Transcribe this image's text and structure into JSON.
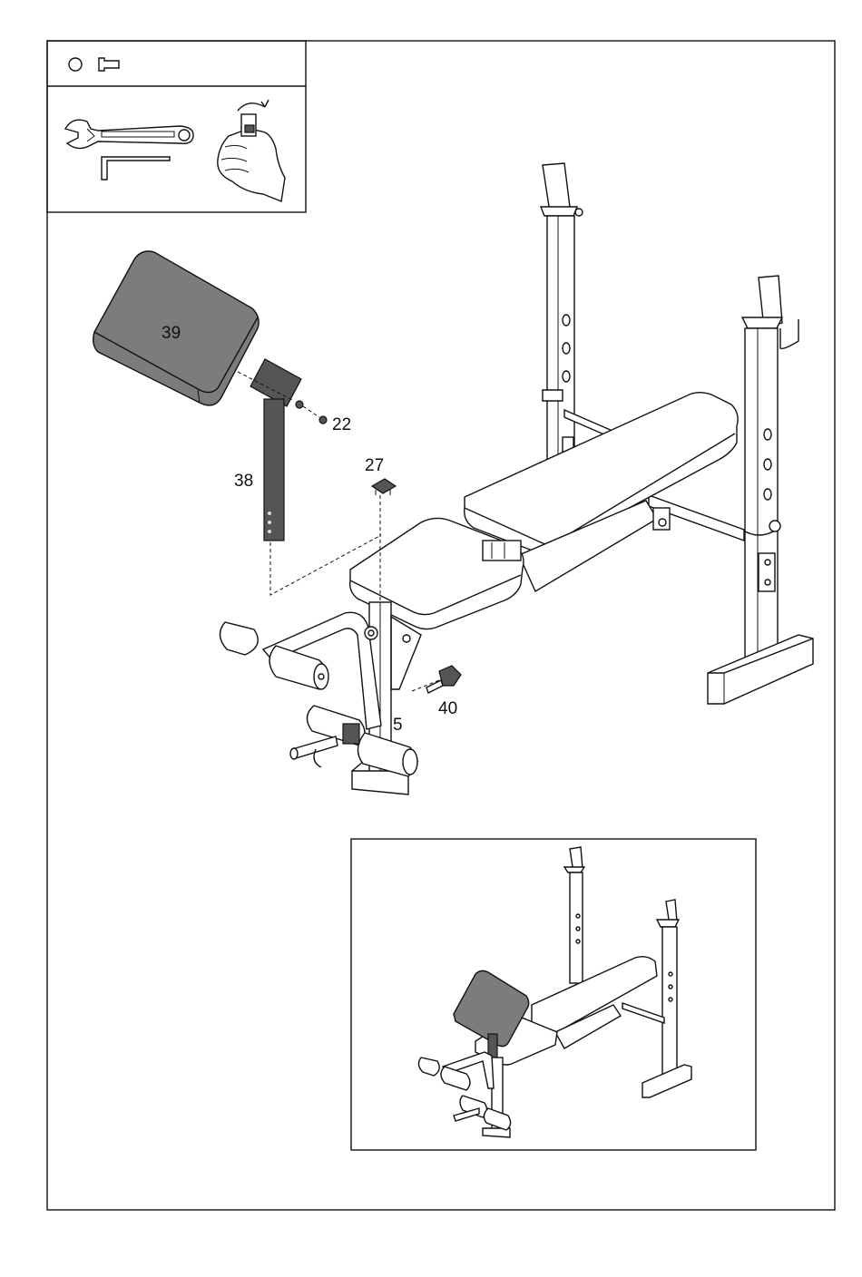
{
  "part_labels": {
    "p39": "39",
    "p22": "22",
    "p38": "38",
    "p27": "27",
    "p40": "40",
    "p5": "5"
  },
  "tool_icons": [
    "washer-icon",
    "bolt-icon",
    "adjustable-wrench-icon",
    "allen-key-icon",
    "hand-tighten-icon"
  ],
  "colors": {
    "pad_grey": "#7c7c7c",
    "line": "#111111"
  }
}
